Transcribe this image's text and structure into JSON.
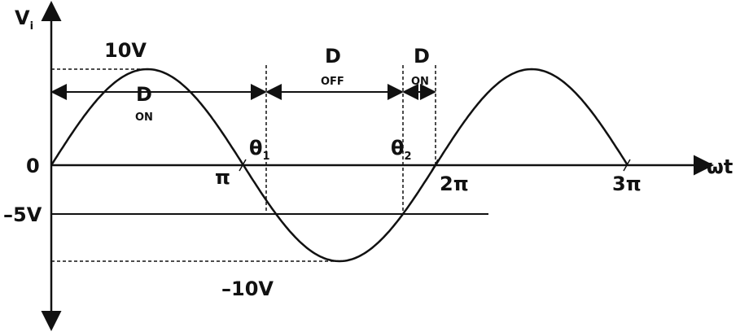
{
  "axes": {
    "y_label": "V",
    "y_label_sub": "i",
    "x_label": "ωt",
    "origin": "0"
  },
  "x_ticks": [
    "π",
    "2π",
    "3π"
  ],
  "levels": {
    "peak": "10V",
    "clamp": "–5V",
    "trough": "–10V"
  },
  "angles": [
    {
      "label": "θ",
      "sub": "1"
    },
    {
      "label": "θ",
      "sub": "2"
    }
  ],
  "regions": [
    {
      "label": "D",
      "sub": "ON"
    },
    {
      "label": "D",
      "sub": "OFF"
    },
    {
      "label": "D",
      "sub": "ON"
    }
  ],
  "signal": {
    "amplitude_v": 10,
    "clamp_v": -5,
    "cycles": 1.5
  }
}
